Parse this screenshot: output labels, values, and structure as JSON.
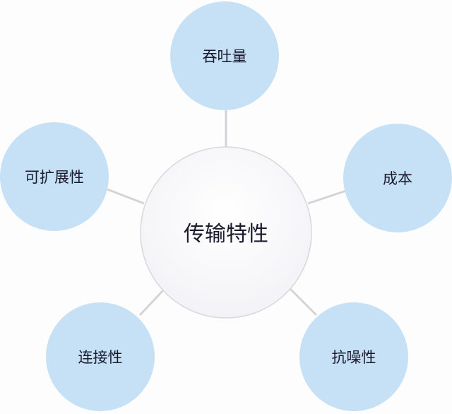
{
  "center": {
    "label": "传输特性"
  },
  "nodes": [
    {
      "label": "吞吐量"
    },
    {
      "label": "成本"
    },
    {
      "label": "抗噪性"
    },
    {
      "label": "连接性"
    },
    {
      "label": "可扩展性"
    }
  ],
  "colors": {
    "node_fill": "#c6e1f5",
    "center_fill": "#ffffff",
    "connector": "#d4d4d8"
  }
}
